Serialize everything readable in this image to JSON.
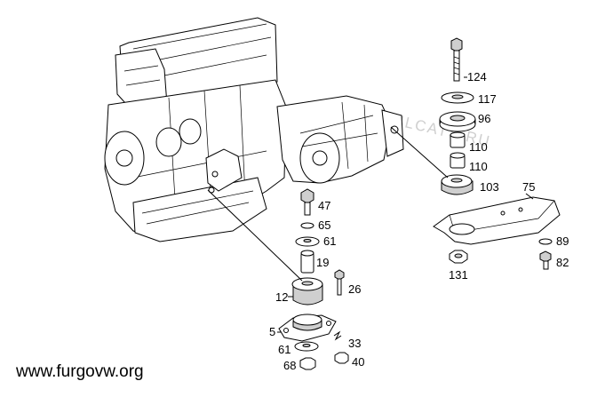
{
  "watermark": "WWW.ILCATS.RU",
  "footer": {
    "site": "www.furgovw.org"
  },
  "parts": [
    {
      "number": "124"
    },
    {
      "number": "117"
    },
    {
      "number": "96"
    },
    {
      "number": "110"
    },
    {
      "number": "110"
    },
    {
      "number": "103"
    },
    {
      "number": "75"
    },
    {
      "number": "89"
    },
    {
      "number": "82"
    },
    {
      "number": "131"
    },
    {
      "number": "47"
    },
    {
      "number": "65"
    },
    {
      "number": "61"
    },
    {
      "number": "19"
    },
    {
      "number": "12"
    },
    {
      "number": "26"
    },
    {
      "number": "5"
    },
    {
      "number": "33"
    },
    {
      "number": "61"
    },
    {
      "number": "40"
    },
    {
      "number": "68"
    }
  ]
}
